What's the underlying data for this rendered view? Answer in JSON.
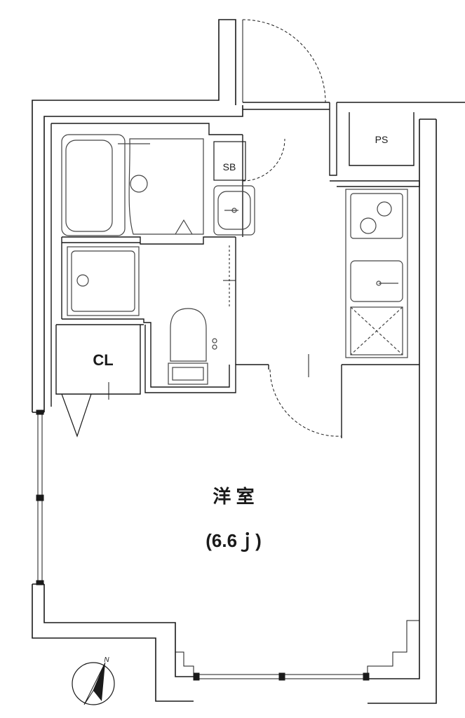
{
  "floor_plan": {
    "rooms": {
      "western_room": {
        "label": "洋 室",
        "size": "(6.6ｊ)"
      },
      "closet": {
        "label": "CL"
      },
      "shoe_box": {
        "label": "SB"
      },
      "pipe_space": {
        "label": "PS"
      }
    },
    "compass": {
      "north_label": "N"
    },
    "colors": {
      "line": "#1a1a1a",
      "fixture": "#444444",
      "background": "#ffffff"
    }
  }
}
